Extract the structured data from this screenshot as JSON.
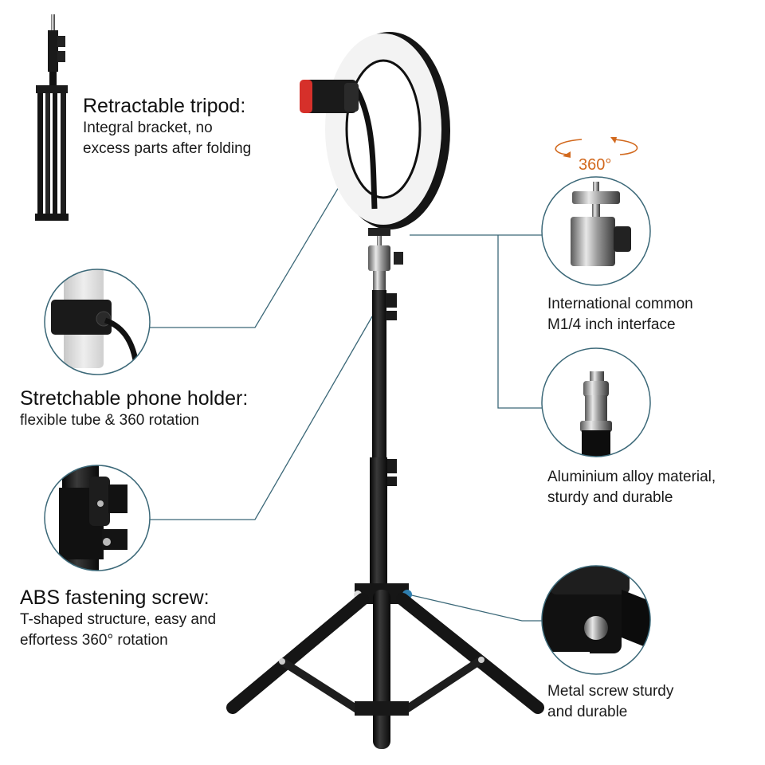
{
  "colors": {
    "connector_line": "#3b6878",
    "circle_border": "#3b6878",
    "rotation_accent": "#d2691e",
    "product_black": "#141414",
    "phone_clip_red": "#d6302a",
    "ring_light": "#f4f4f4"
  },
  "left_features": [
    {
      "title": "Retractable tripod:",
      "description_lines": [
        "Integral bracket, no",
        "excess parts after folding"
      ],
      "image": "folded-tripod"
    },
    {
      "title": "Stretchable phone holder:",
      "description_lines": [
        "flexible tube & 360 rotation"
      ],
      "image": "phone-holder-closeup"
    },
    {
      "title": "ABS fastening screw:",
      "description_lines": [
        "T-shaped structure, easy and",
        "effortess 360° rotation"
      ],
      "image": "fastening-screw-closeup"
    }
  ],
  "right_features": [
    {
      "rotation_label": "360°",
      "description_lines": [
        "International common",
        "M1/4 inch interface"
      ],
      "image": "ball-head-closeup"
    },
    {
      "description_lines": [
        "Aluminium alloy material,",
        "sturdy and durable"
      ],
      "image": "aluminium-stud-closeup"
    },
    {
      "description_lines": [
        "Metal screw sturdy",
        "and durable"
      ],
      "image": "metal-screw-closeup"
    }
  ],
  "product": {
    "name": "ring-light-with-tripod",
    "icons": [
      "ring-light-icon",
      "phone-clip-icon",
      "ball-head-icon",
      "tripod-icon"
    ]
  }
}
